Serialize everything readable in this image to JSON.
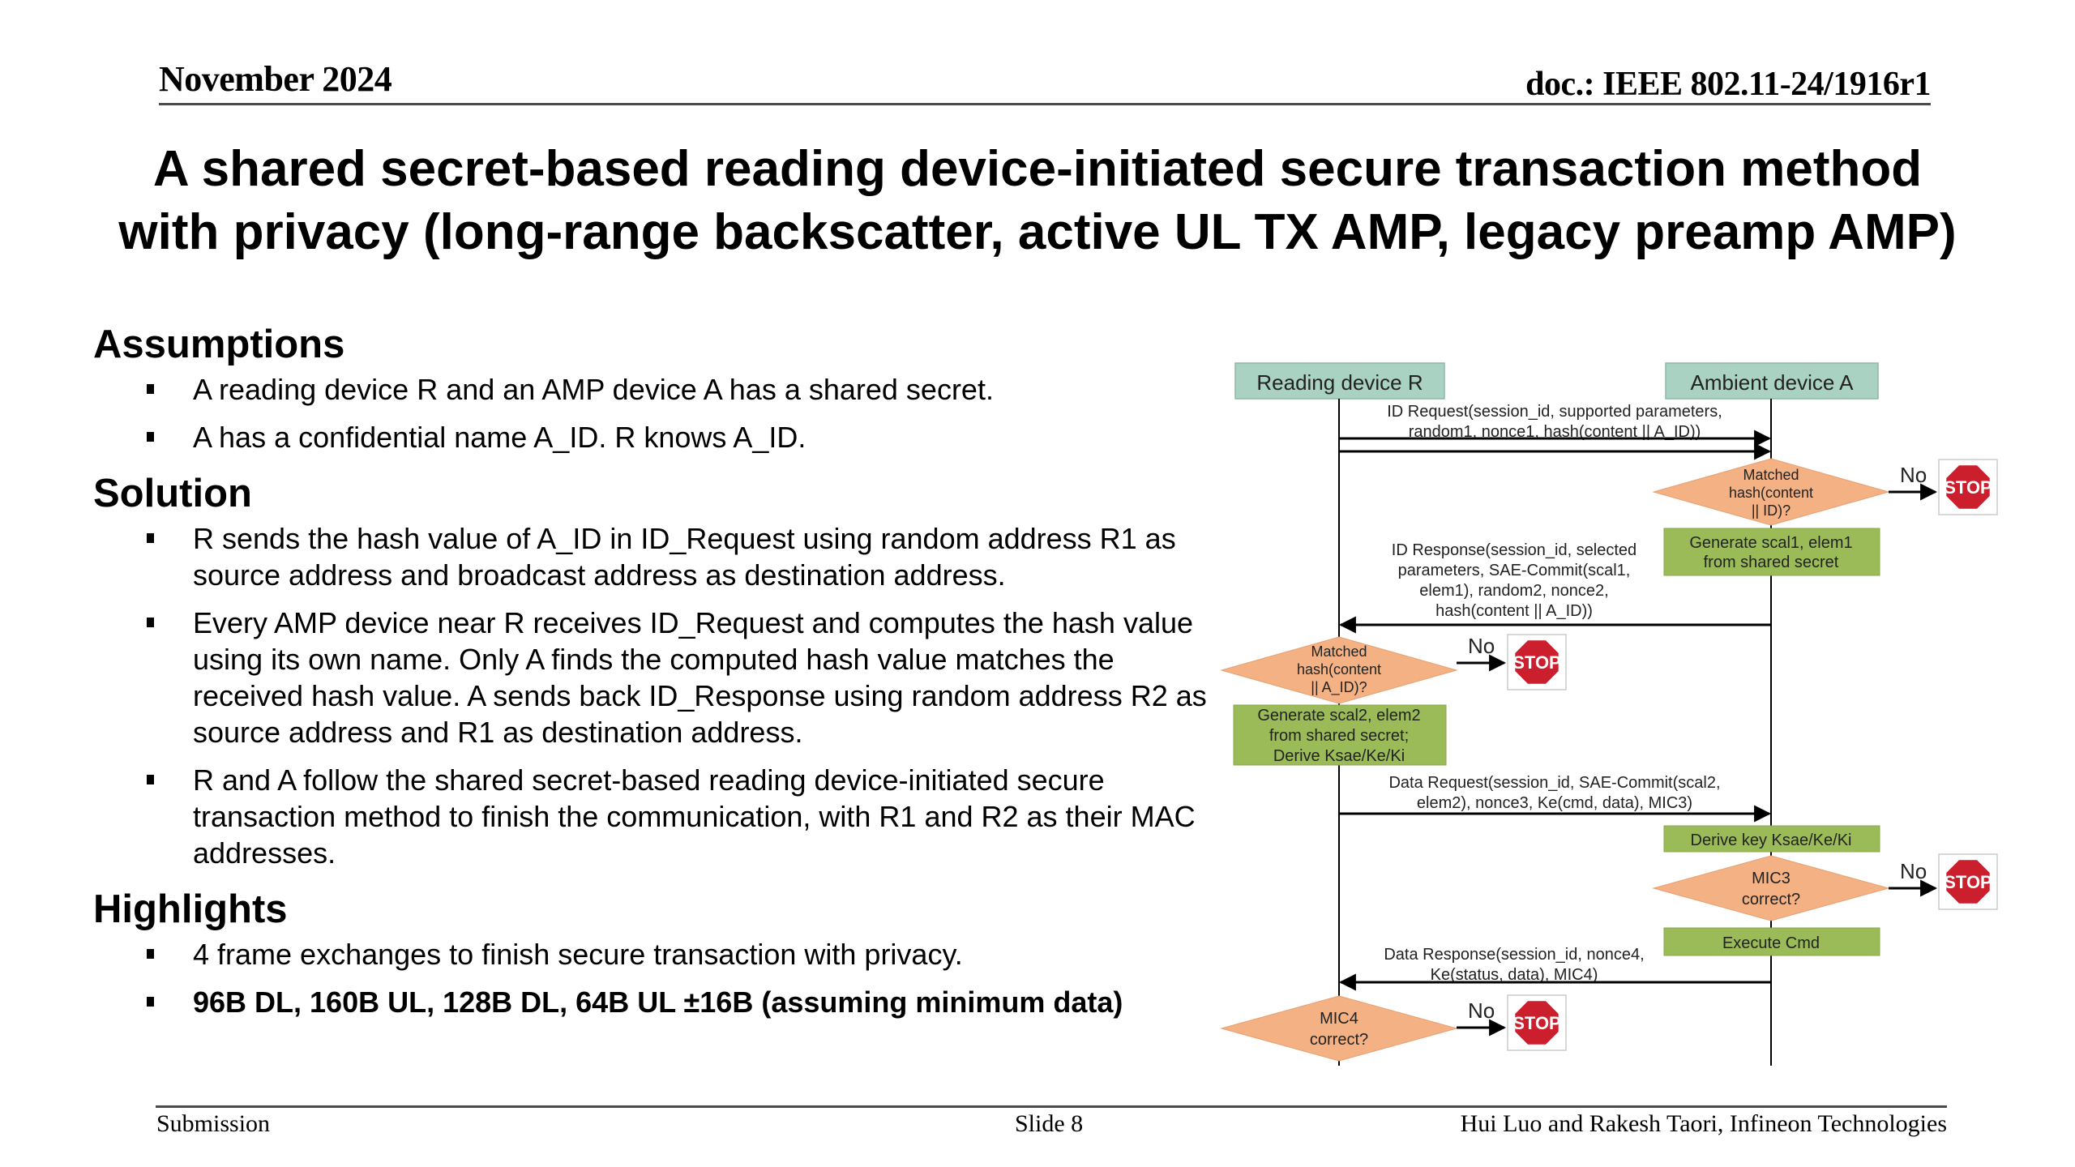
{
  "header": {
    "date": "November 2024",
    "doc_id": "doc.: IEEE 802.11-24/1916r1"
  },
  "title": {
    "line1": "A shared secret-based reading device-initiated secure transaction method",
    "line2": "with privacy (long-range backscatter, active UL TX AMP, legacy preamp AMP)"
  },
  "sections": {
    "assumptions": {
      "heading": "Assumptions",
      "bullets": [
        "A reading device R and an AMP device A has a shared secret.",
        "A has a confidential name A_ID. R knows A_ID."
      ]
    },
    "solution": {
      "heading": "Solution",
      "bullets": [
        "R sends the hash value of A_ID in ID_Request using random address R1 as source address and broadcast address as destination address.",
        "Every AMP device near R receives ID_Request and computes the hash value using its own name. Only A finds the computed hash value matches the received hash value. A sends back ID_Response using random address R2 as source address and R1 as destination address.",
        "R and A follow the shared secret-based reading device-initiated secure transaction method to finish the communication, with R1 and R2 as their MAC addresses."
      ]
    },
    "highlights": {
      "heading": "Highlights",
      "bullets": [
        "4 frame exchanges to finish secure transaction with privacy.",
        "96B DL, 160B UL, 128B DL, 64B UL ±16B (assuming minimum data)"
      ]
    }
  },
  "diagram": {
    "colors": {
      "actor_fill": "#a9d2c3",
      "process_fill": "#9bbb59",
      "decision_fill": "#f4b183",
      "stop_red": "#cc1f2e"
    },
    "actors": {
      "reader": "Reading device R",
      "ambient": "Ambient device A"
    },
    "messages": {
      "id_request": [
        "ID Request(session_id,  supported parameters,",
        "random1, nonce1, hash(content || A_ID))"
      ],
      "id_response": [
        "ID Response(session_id,  selected",
        "parameters, SAE-Commit(scal1,",
        "elem1), random2, nonce2,",
        "hash(content || A_ID))"
      ],
      "data_request": [
        "Data Request(session_id,  SAE-Commit(scal2,",
        "elem2), nonce3, Ke(cmd, data), MIC3)"
      ],
      "data_response": [
        "Data Response(session_id,  nonce4,",
        "Ke(status, data), MIC4)"
      ]
    },
    "decisions": {
      "a_match": [
        "Matched",
        "hash(content",
        "|| ID)?"
      ],
      "r_match": [
        "Matched",
        "hash(content",
        "|| A_ID)?"
      ],
      "mic3": [
        "MIC3",
        "correct?"
      ],
      "mic4": [
        "MIC4",
        "correct?"
      ]
    },
    "processes": {
      "gen1": [
        "Generate  scal1, elem1",
        "from shared secret"
      ],
      "gen2": [
        "Generate  scal2, elem2",
        "from shared secret;",
        "Derive Ksae/Ke/Ki"
      ],
      "derive": [
        "Derive key Ksae/Ke/Ki"
      ],
      "execute": [
        "Execute Cmd"
      ]
    },
    "no_label": "No",
    "stop_label": "STOP"
  },
  "footer": {
    "left": "Submission",
    "center": "Slide 8",
    "right": "Hui Luo and Rakesh Taori, Infineon Technologies"
  }
}
